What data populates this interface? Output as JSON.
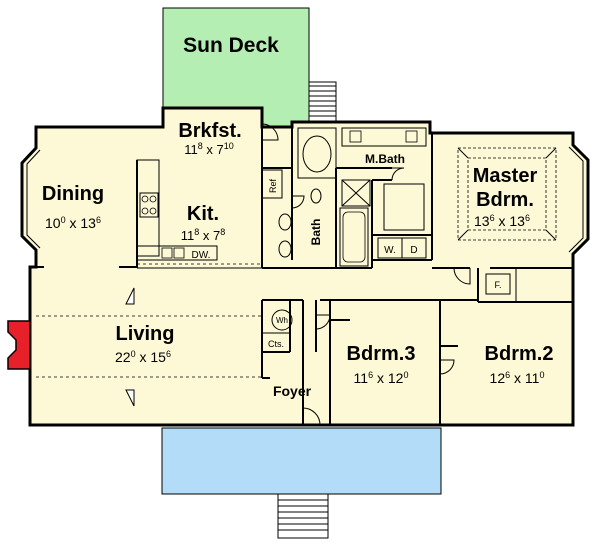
{
  "colors": {
    "floor": "#fdf8d6",
    "deck": "#b5eeb3",
    "porch": "#b3dcf9",
    "fireplace": "#e8202a",
    "wall": "#000000"
  },
  "rooms": {
    "sun_deck": {
      "name": "Sun Deck"
    },
    "breakfast": {
      "name": "Brkfst.",
      "w_ft": "11",
      "w_in": "8",
      "x": " x ",
      "d_ft": "7",
      "d_in": "10"
    },
    "dining": {
      "name": "Dining",
      "w_ft": "10",
      "w_in": "0",
      "x": " x ",
      "d_ft": "13",
      "d_in": "6"
    },
    "kitchen": {
      "name": "Kit.",
      "w_ft": "11",
      "w_in": "8",
      "x": " x ",
      "d_ft": "7",
      "d_in": "8"
    },
    "master_bath": {
      "name": "M.Bath"
    },
    "master_bedroom": {
      "name1": "Master",
      "name2": "Bdrm.",
      "w_ft": "13",
      "w_in": "6",
      "x": " x ",
      "d_ft": "13",
      "d_in": "6"
    },
    "bath": {
      "name": "Bath"
    },
    "living": {
      "name": "Living",
      "w_ft": "22",
      "w_in": "0",
      "x": " x ",
      "d_ft": "15",
      "d_in": "6"
    },
    "bedroom3": {
      "name": "Bdrm.3",
      "w_ft": "11",
      "w_in": "6",
      "x": " x ",
      "d_ft": "12",
      "d_in": "0"
    },
    "bedroom2": {
      "name": "Bdrm.2",
      "w_ft": "12",
      "w_in": "6",
      "x": " x ",
      "d_ft": "11",
      "d_in": "0"
    },
    "foyer": {
      "name": "Foyer"
    }
  },
  "fixtures": {
    "ref": "Ref",
    "dw": "DW.",
    "wh": "Wh",
    "cts": "Cts.",
    "washer": "W.",
    "dryer": "D",
    "furnace": "F."
  }
}
